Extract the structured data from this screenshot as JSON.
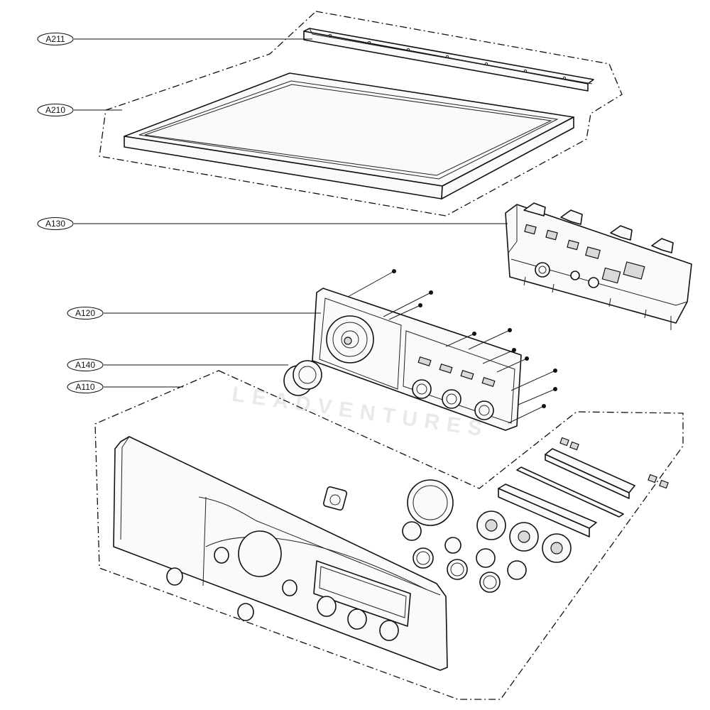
{
  "callouts": [
    {
      "id": "A211",
      "label": "A211"
    },
    {
      "id": "A210",
      "label": "A210"
    },
    {
      "id": "A130",
      "label": "A130"
    },
    {
      "id": "A120",
      "label": "A120"
    },
    {
      "id": "A140",
      "label": "A140"
    },
    {
      "id": "A110",
      "label": "A110"
    }
  ],
  "watermark": "LEADVENTURES"
}
